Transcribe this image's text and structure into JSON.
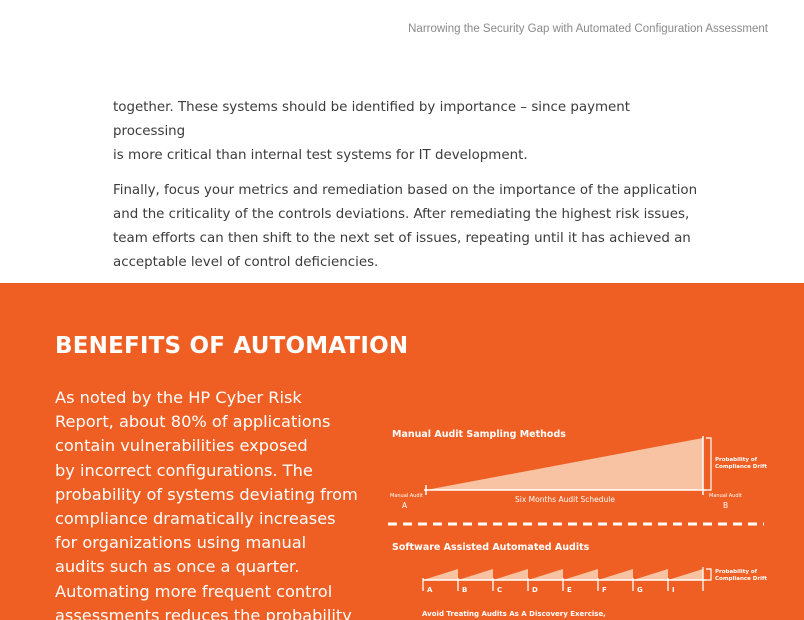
{
  "header": {
    "running_title": "Narrowing the Security Gap with Automated Configuration Assessment"
  },
  "body": {
    "paragraphs": [
      [
        "together. These systems should be identified by importance – since payment processing",
        "is more critical than internal test systems for IT development."
      ],
      [
        "Finally, focus your metrics and remediation based on the importance of the application",
        "and the criticality of the controls deviations. After remediating the highest risk issues,",
        "team efforts can then shift to the next set of issues, repeating until it has achieved an",
        "acceptable level of control deficiencies."
      ]
    ]
  },
  "benefits": {
    "heading": "BENEFITS OF AUTOMATION",
    "lines": [
      "As noted by the HP Cyber Risk",
      "Report, about 80% of applications",
      "contain vulnerabilities exposed",
      "by incorrect configurations. The",
      "probability of systems deviating from",
      "compliance dramatically increases",
      "for organizations using manual",
      "audits such as once a quarter.",
      "Automating more frequent control",
      "assessments reduces the probability"
    ]
  },
  "diagram": {
    "colors": {
      "background": "#ef5f23",
      "wedge": "#f7c3a3",
      "line": "#ffffff"
    },
    "manual": {
      "title": "Manual Audit  Sampling Methods",
      "start_small": "Manual Audit",
      "start_letter": "A",
      "end_small": "Manual Audit",
      "end_letter": "B",
      "schedule": "Six Months Audit Schedule",
      "drift_line1": "Probability of",
      "drift_line2": "Compliance Drift"
    },
    "automated": {
      "title": "Software Assisted Automated Audits",
      "letters": [
        "A",
        "B",
        "C",
        "D",
        "E",
        "F",
        "G",
        "I"
      ],
      "drift_line1": "Probability of",
      "drift_line2": "Compliance Drift",
      "caption": "Avoid Treating Audits As A Discovery Exercise,"
    }
  }
}
